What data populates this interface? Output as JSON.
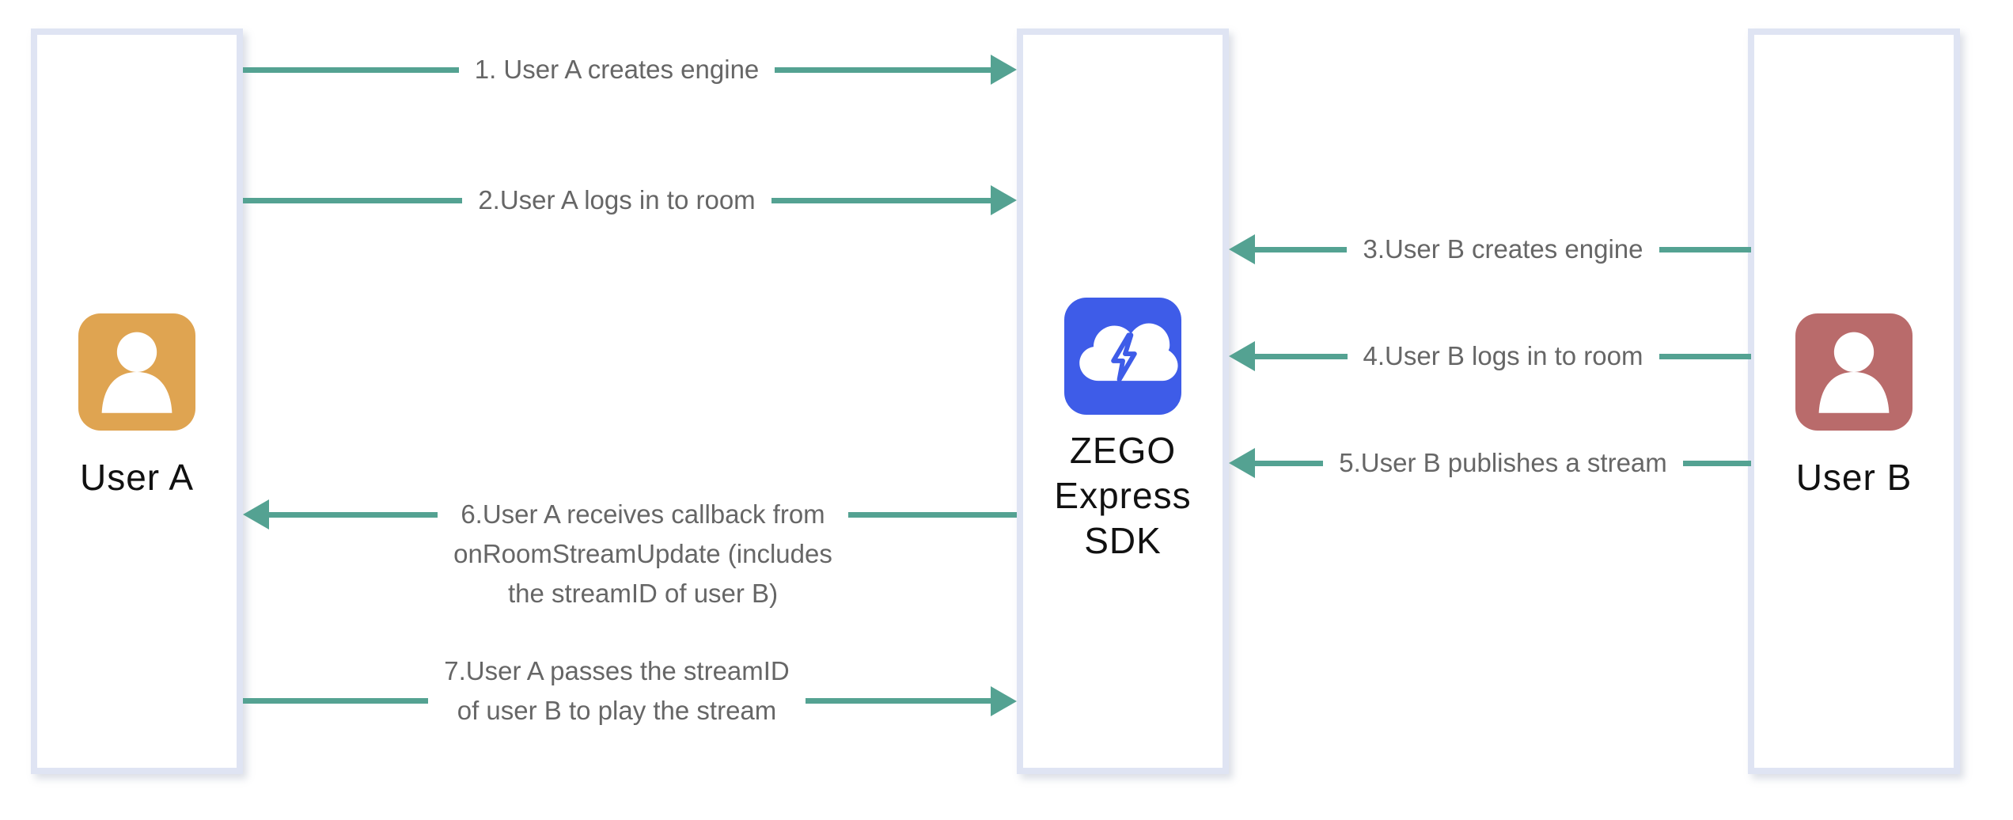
{
  "diagram": {
    "kind": "sequence-flow-diagram",
    "actors": [
      {
        "id": "user-a",
        "name": "User A",
        "icon": "person-icon",
        "icon_color": "#dfa451"
      },
      {
        "id": "sdk",
        "name": "ZEGO Express SDK",
        "lines": [
          "ZEGO",
          "Express",
          "SDK"
        ],
        "icon": "cloud-lightning-icon",
        "icon_color": "#3e5ce8"
      },
      {
        "id": "user-b",
        "name": "User B",
        "icon": "person-icon",
        "icon_color": "#b96b6b"
      }
    ],
    "messages": [
      {
        "step": 1,
        "from": "User A",
        "to": "ZEGO Express SDK",
        "direction": "right",
        "lines": [
          "1. User A creates engine"
        ]
      },
      {
        "step": 2,
        "from": "User A",
        "to": "ZEGO Express SDK",
        "direction": "right",
        "lines": [
          "2.User A logs in to room"
        ]
      },
      {
        "step": 3,
        "from": "User B",
        "to": "ZEGO Express SDK",
        "direction": "left",
        "lines": [
          "3.User B creates engine"
        ]
      },
      {
        "step": 4,
        "from": "User B",
        "to": "ZEGO Express SDK",
        "direction": "left",
        "lines": [
          "4.User B logs in to room"
        ]
      },
      {
        "step": 5,
        "from": "User B",
        "to": "ZEGO Express SDK",
        "direction": "left",
        "lines": [
          "5.User B publishes a stream"
        ]
      },
      {
        "step": 6,
        "from": "ZEGO Express SDK",
        "to": "User A",
        "direction": "left",
        "lines": [
          "6.User A receives callback from",
          "onRoomStreamUpdate (includes",
          "the streamID of user B)"
        ]
      },
      {
        "step": 7,
        "from": "User A",
        "to": "ZEGO Express SDK",
        "direction": "right",
        "lines": [
          "7.User A passes the streamID",
          "of user B to play the stream"
        ]
      }
    ],
    "colors": {
      "arrow": "#54a292",
      "message_text": "#666666",
      "actor_text": "#111111",
      "box_border": "#dfe4f3",
      "box_fill": "#ffffff",
      "user_a_icon": "#dfa451",
      "user_b_icon": "#b96b6b",
      "sdk_icon": "#3e5ce8",
      "background": "#ffffff"
    }
  }
}
